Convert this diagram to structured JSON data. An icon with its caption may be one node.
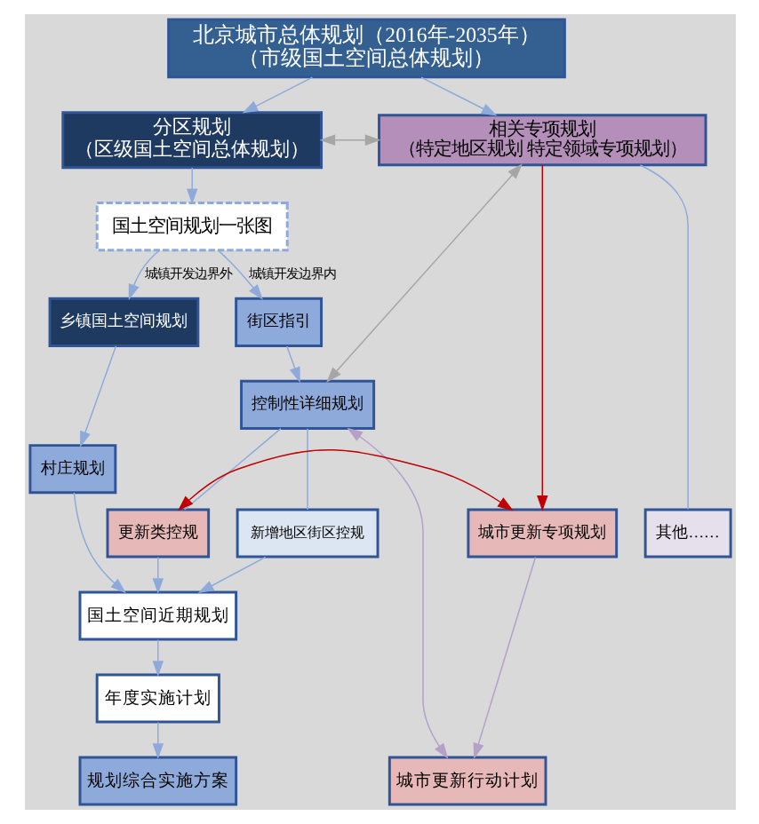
{
  "diagram": {
    "nodes": [
      {
        "text": [
          "北京城市总体规划（2016年-2035年）",
          "（市级国土空间总体规划）"
        ]
      },
      {
        "text": [
          "分区规划",
          "（区级国土空间总体规划）"
        ]
      },
      {
        "text": [
          "相关专项规划",
          "（特定地区规划 特定领域专项规划）"
        ]
      },
      {
        "text": [
          "国土空间规划一张图"
        ]
      },
      {
        "text": [
          "乡镇国土空间规划"
        ]
      },
      {
        "text": [
          "街区指引"
        ]
      },
      {
        "text": [
          "控制性详细规划"
        ]
      },
      {
        "text": [
          "新增地区街区控规"
        ]
      },
      {
        "text": [
          "更新类控规"
        ]
      },
      {
        "text": [
          "城市更新专项规划"
        ]
      },
      {
        "text": [
          "其他……"
        ]
      },
      {
        "text": [
          "村庄规划"
        ]
      },
      {
        "text": [
          "国土空间近期规划"
        ]
      },
      {
        "text": [
          "年度实施计划"
        ]
      },
      {
        "text": [
          "规划综合实施方案"
        ]
      },
      {
        "text": [
          "城市更新行动计划"
        ]
      }
    ],
    "edges": [
      {
        "from": 0,
        "to": 1,
        "arrow": "to"
      },
      {
        "from": 0,
        "to": 2,
        "arrow": "to"
      },
      {
        "from": 1,
        "to": 2,
        "arrow": "both",
        "color": "#a6a6a6"
      },
      {
        "from": 1,
        "to": 3,
        "arrow": "to"
      },
      {
        "from": 3,
        "to": 4,
        "arrow": "to",
        "label": "城镇开发边界外"
      },
      {
        "from": 3,
        "to": 5,
        "arrow": "to",
        "label": "城镇开发边界内"
      },
      {
        "from": 5,
        "to": 6,
        "arrow": "to"
      },
      {
        "from": 6,
        "to": 2,
        "arrow": "both",
        "color": "#a6a6a6"
      },
      {
        "from": 6,
        "to": 7,
        "arrow": "none"
      },
      {
        "from": 6,
        "to": 8,
        "arrow": "none"
      },
      {
        "from": 2,
        "to": 9,
        "arrow": "to",
        "color": "#c00000"
      },
      {
        "from": 2,
        "to": 10,
        "arrow": "none"
      },
      {
        "from": 8,
        "to": 9,
        "arrow": "both",
        "color": "#c00000"
      },
      {
        "from": 4,
        "to": 11,
        "arrow": "to"
      },
      {
        "from": 11,
        "to": 12,
        "arrow": "to"
      },
      {
        "from": 7,
        "to": 12,
        "arrow": "to"
      },
      {
        "from": 8,
        "to": 12,
        "arrow": "to"
      },
      {
        "from": 12,
        "to": 13,
        "arrow": "to"
      },
      {
        "from": 13,
        "to": 14,
        "arrow": "to"
      },
      {
        "from": 9,
        "to": 15,
        "arrow": "to",
        "color": "#b4a0c8"
      },
      {
        "from": 6,
        "to": 15,
        "arrow": "both",
        "color": "#b4a0c8"
      }
    ]
  }
}
